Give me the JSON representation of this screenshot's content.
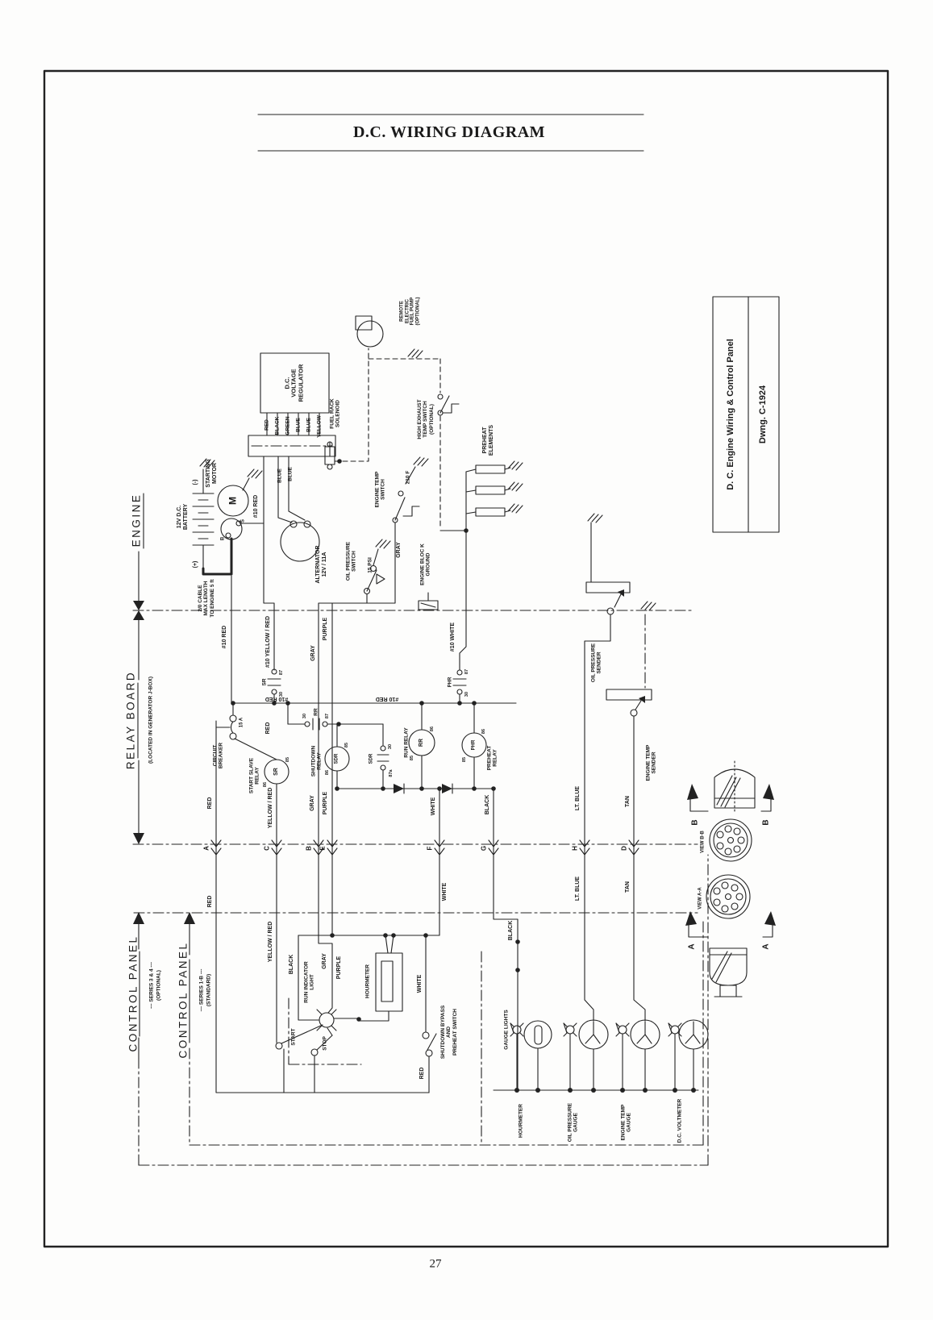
{
  "doc": {
    "title": "D.C. WIRING DIAGRAM",
    "page_number": "27"
  },
  "title_block": {
    "line1": "D. C. Engine Wiring & Control Panel",
    "line2": "Dwng. C-1924"
  },
  "sections": {
    "engine": "ENGINE",
    "relay_board": "RELAY BOARD",
    "relay_board_note": "(LOCATED IN GENERATOR J-BOX)",
    "control_panel_1": "CONTROL PANEL",
    "series_34": "--- SERIES 3 & 4 ---",
    "optional": "(OPTIONAL)",
    "control_panel_2": "CONTROL PANEL",
    "series_1b": "--- SERIES 1-B ---",
    "standard": "(STANDARD)"
  },
  "labels": {
    "battery": "12V D.C.\nBATTERY",
    "minus": "(-)",
    "plus": "(+)",
    "starting_motor": "STARTING\nMOTOR",
    "m": "M",
    "s": "S",
    "b": "B",
    "cable_note": "2/0 CABLE\nMAX LENGTH\nTO ENGINE 5 ft",
    "n10_red": "#10 RED",
    "n10_yellow_red": "#10 YELLOW / RED",
    "n10_white": "#10 WHITE",
    "dc_regulator": "D.C.\nVOLTAGE\nREGULATOR",
    "wire_red": "RED",
    "wire_black": "BLACK",
    "wire_green": "GREEN",
    "wire_blue": "BLUE",
    "wire_yellow": "YELLOW",
    "wire_gray": "GRAY",
    "wire_purple": "PURPLE",
    "wire_white": "WHITE",
    "wire_yellow_red": "YELLOW / RED",
    "wire_lt_blue": "LT. BLUE",
    "wire_tan": "TAN",
    "alternator": "ALTERNATOR\n12V / 11A",
    "fuel_rack_solenoid": "FUEL RACK\nSOLENOID",
    "remote_pump": "REMOTE\nELECTRIC\nFUEL PUMP\n(OPTIONAL)",
    "high_exhaust": "HIGH EXHAUST\nTEMP SWITCH\n(OPTIONAL)",
    "engine_temp_switch": "ENGINE TEMP\nSWITCH",
    "temp_210": "210 F",
    "preheat_elements": "PREHEAT\nELEMENTS",
    "oil_pressure_switch": "OIL PRESSURE\nSWITCH",
    "psi_15": "15 PSI",
    "engine_block_ground": "ENGINE BLOC K\nGROUND",
    "oil_pressure_sender": "OIL PRESSURE\nSENDER",
    "engine_temp_sender": "ENGINE TEMP\nSENDER",
    "circuit_breaker": "CIRCUIT\nBREAKER",
    "start_slave_relay": "START SLAVE\nRELAY",
    "shutdown_relay": "SHUTDOWN\nRELAY",
    "run_relay": "RUN RELAY",
    "preheat_relay": "PREHEAT\nRELAY",
    "run_indicator": "RUN INDICATOR\nLIGHT",
    "hourmeter": "HOURMETER",
    "start": "START",
    "stop": "STOP",
    "bypass_switch": "SHUTDOWN BYPASS\nAND\nPREHEAT SWITCH",
    "gauge_lights": "GAUGE LIGHTS",
    "oil_pressure_gauge": "OIL PRESSURE\nGAUGE",
    "engine_temp_gauge": "ENGINE TEMP\nGAUGE",
    "dc_voltmeter": "D.C. VOLTMETER"
  },
  "relays": {
    "sr": "SR",
    "sdr": "SDR",
    "rr": "RR",
    "phr": "PHR"
  },
  "terminals": {
    "t30": "30",
    "t87": "87",
    "t85": "85",
    "t86": "86",
    "t87a": "87a",
    "amp_15": "15 A"
  },
  "connectors": {
    "a": "A",
    "c": "C",
    "b": "B",
    "e": "E",
    "f": "F",
    "g": "G",
    "h": "H",
    "d": "D"
  },
  "views": {
    "b": "B",
    "a": "A",
    "view_bb": "VIEW B-B",
    "view_aa": "VIEW A-A"
  }
}
